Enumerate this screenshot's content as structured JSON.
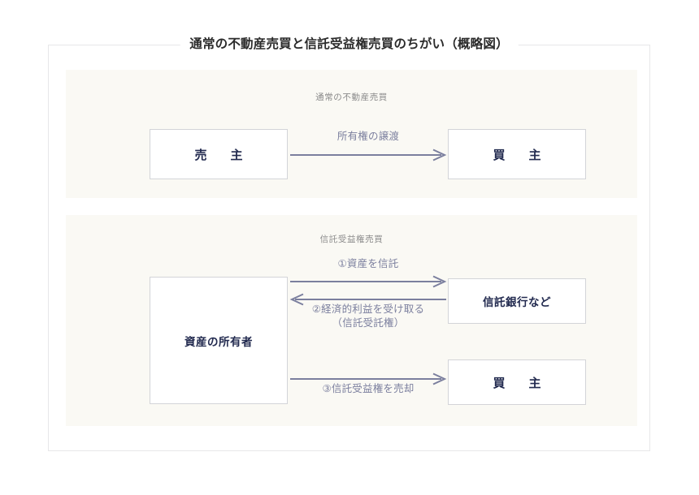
{
  "figure": {
    "title": "通常の不動産売買と信託受益権売買のちがい（概略図）",
    "colors": {
      "frame_border": "#e7e7e9",
      "panel_background": "#faf9f4",
      "node_border": "#d3d4d8",
      "node_text": "#222a4f",
      "arrow": "#7b7f9e",
      "heading_text": "#8b8b8b",
      "title_text": "#2b2b2b",
      "page_background": "#ffffff"
    }
  },
  "sections": [
    {
      "heading": "通常の不動産売買",
      "nodes": {
        "seller": "売　主",
        "buyer": "買　主"
      },
      "arrows": [
        {
          "label": "所有権の譲渡",
          "direction": "right"
        }
      ]
    },
    {
      "heading": "信託受益権売買",
      "nodes": {
        "owner": "資産の所有者",
        "trust_bank": "信託銀行など",
        "buyer": "買　主"
      },
      "arrows": [
        {
          "label_line1": "①資産を信託",
          "label_line2": "",
          "direction": "right"
        },
        {
          "label_line1": "②経済的利益を受け取る",
          "label_line2": "（信託受託権）",
          "direction": "left"
        },
        {
          "label_line1": "③信託受益権を売却",
          "label_line2": "",
          "direction": "right"
        }
      ]
    }
  ]
}
